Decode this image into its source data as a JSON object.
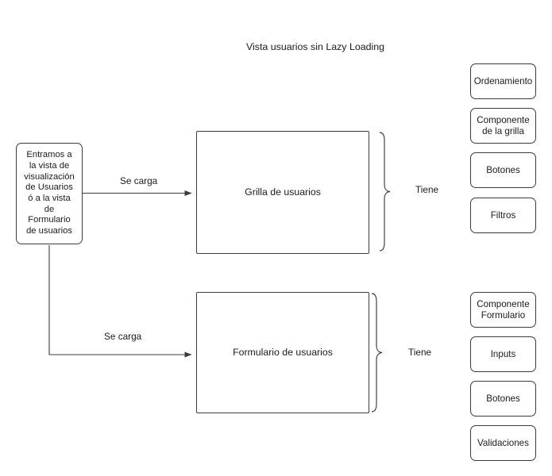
{
  "diagram": {
    "title": "Vista usuarios sin Lazy Loading",
    "stroke_color": "#3b3b3b",
    "text_color": "#1a1a1a",
    "background_color": "#ffffff"
  },
  "start_node": {
    "label": "Entramos a la vista de visualización de Usuarios ó a la vista de Formulario de usuarios",
    "lines": [
      "Entramos a",
      "la vista de",
      "visualización",
      "de Usuarios",
      "ó a la vista",
      "de",
      "Formulario",
      "de usuarios"
    ]
  },
  "views": [
    {
      "label": "Grilla de usuarios",
      "edge_label": "Se carga",
      "brace_label": "Tiene"
    },
    {
      "label": "Formulario de usuarios",
      "edge_label": "Se carga",
      "brace_label": "Tiene"
    }
  ],
  "edges": [
    {
      "label": "Se carga",
      "from": "start_node",
      "to": "Grilla de usuarios"
    },
    {
      "label": "Se carga",
      "from": "start_node",
      "to": "Formulario de usuarios"
    }
  ],
  "braces": [
    {
      "label": "Tiene",
      "group": "grilla"
    },
    {
      "label": "Tiene",
      "group": "formulario"
    }
  ],
  "grilla_features": [
    {
      "label": "Ordenamiento"
    },
    {
      "label": "Componente de la grilla",
      "lines": [
        "Componente",
        "de la grilla"
      ]
    },
    {
      "label": "Botones"
    },
    {
      "label": "Filtros"
    }
  ],
  "formulario_features": [
    {
      "label": "Componente Formulario",
      "lines": [
        "Componente",
        "Formulario"
      ]
    },
    {
      "label": "Inputs"
    },
    {
      "label": "Botones"
    },
    {
      "label": "Validaciones"
    }
  ]
}
